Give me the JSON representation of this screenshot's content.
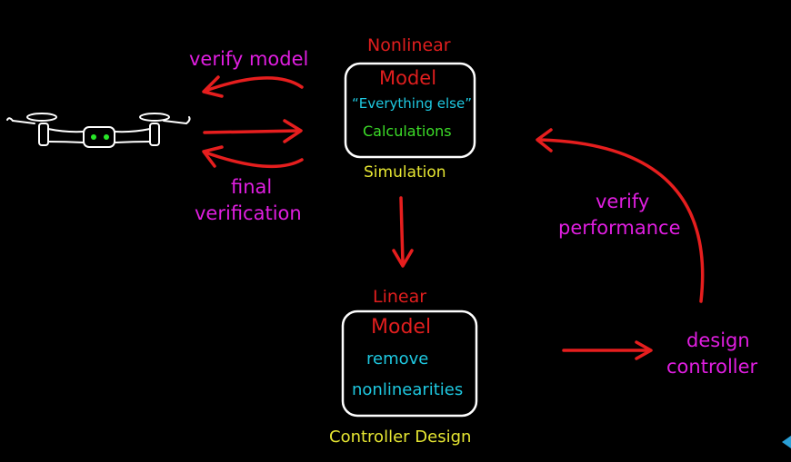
{
  "nonlinear": {
    "heading": "Nonlinear",
    "model": "Model",
    "everything_else": "“Everything else”",
    "calculations": "Calculations",
    "caption": "Simulation"
  },
  "linear": {
    "heading": "Linear",
    "model": "Model",
    "remove": "remove",
    "nonlinearities": "nonlinearities",
    "caption": "Controller Design"
  },
  "labels": {
    "verify_model": "verify model",
    "final_1": "final",
    "final_2": "verification",
    "verify_perf_1": "verify",
    "verify_perf_2": "performance",
    "design_1": "design",
    "design_2": "controller"
  },
  "colors": {
    "arrow": "#e61e1e",
    "magenta": "#e01ee0",
    "red_text": "#e01e1e",
    "cyan": "#1ec8e0",
    "green": "#3cdc28",
    "yellow": "#e6e632",
    "box": "#ffffff",
    "drone_lights": "#28e628"
  },
  "icons": [
    "drone-icon",
    "play-triangle-icon"
  ]
}
